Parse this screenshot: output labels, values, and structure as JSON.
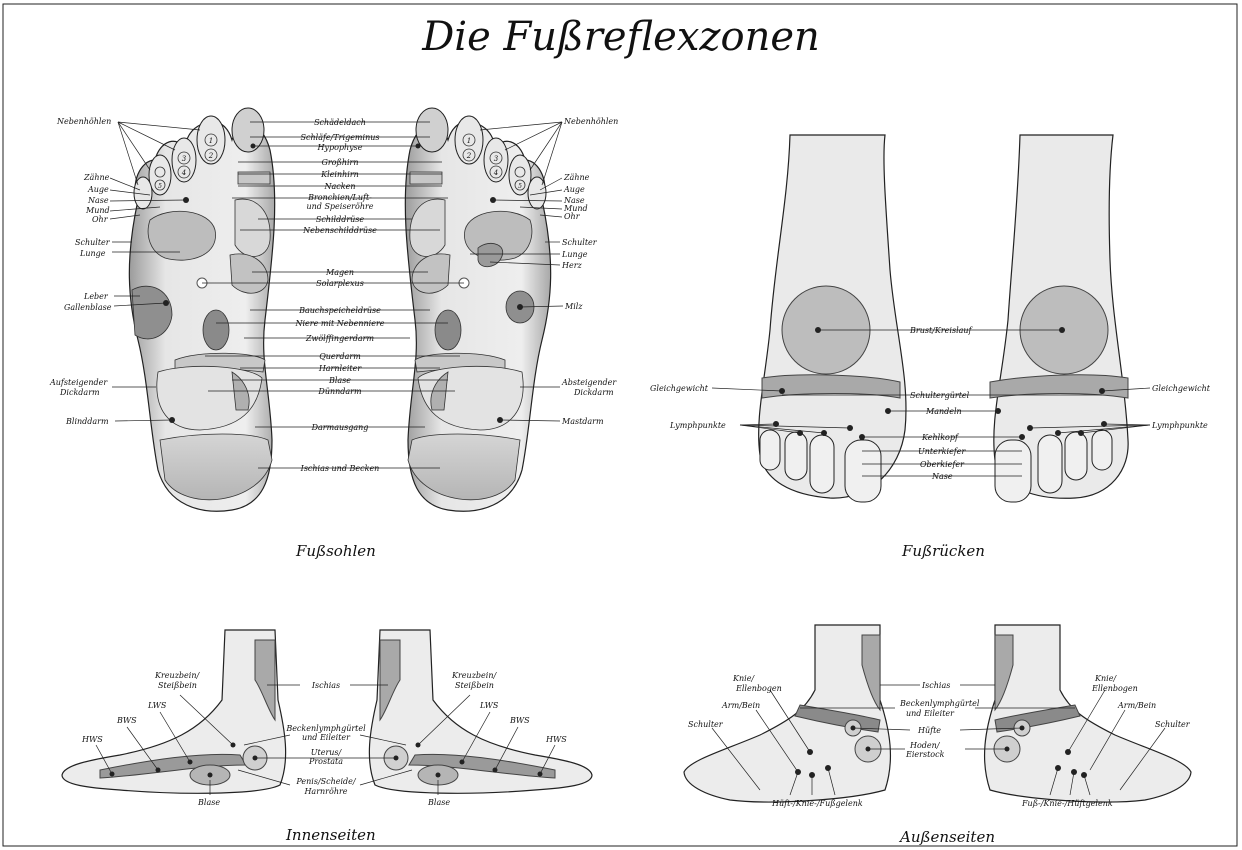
{
  "title": "Die Fußreflexzonen",
  "captions": {
    "soles": "Fußsohlen",
    "dorsum": "Fußrücken",
    "inner": "Innenseiten",
    "outer": "Außenseiten"
  },
  "toe_numbers": [
    "1",
    "2",
    "3",
    "4",
    "5"
  ],
  "soles": {
    "left_labels": [
      "Nebenhöhlen",
      "Zähne",
      "Auge",
      "Nase",
      "Mund",
      "Ohr",
      "Schulter",
      "Lunge",
      "Leber",
      "Gallenblase",
      "Aufsteigender",
      "Dickdarm",
      "Blinddarm"
    ],
    "center_labels": [
      "Schädeldach",
      "Schläfe/Trigeminus",
      "Hypophyse",
      "Großhirn",
      "Kleinhirn",
      "Nacken",
      "Bronchien/Luft-",
      "und Speiseröhre",
      "Schilddrüse",
      "Nebenschilddrüse",
      "Magen",
      "Solarplexus",
      "Bauchspeicheldrüse",
      "Niere mit Nebenniere",
      "Zwölffingerdarm",
      "Querdarm",
      "Harnleiter",
      "Blase",
      "Dünndarm",
      "Darmausgang",
      "Ischias und Becken"
    ],
    "right_labels": [
      "Nebenhöhlen",
      "Zähne",
      "Auge",
      "Nase",
      "Mund",
      "Ohr",
      "Schulter",
      "Lunge",
      "Herz",
      "Milz",
      "Absteigender",
      "Dickdarm",
      "Mastdarm"
    ]
  },
  "dorsum": {
    "labels": [
      "Brust/Kreislauf",
      "Gleichgewicht",
      "Schultergürtel",
      "Gleichgewicht",
      "Mandeln",
      "Lymphpunkte",
      "Kehlkopf",
      "Lymphpunkte",
      "Unterkiefer",
      "Oberkiefer",
      "Nase"
    ]
  },
  "inner": {
    "labels": [
      "Kreuzbein/",
      "Steißbein",
      "LWS",
      "BWS",
      "HWS",
      "Ischias",
      "Beckenlymphgürtel",
      "und Eileiter",
      "Uterus/",
      "Prostata",
      "Penis/Scheide/",
      "Harnröhre",
      "Blase",
      "Kreuzbein/",
      "Steißbein",
      "LWS",
      "BWS",
      "HWS",
      "Blase"
    ]
  },
  "outer": {
    "labels": [
      "Knie/",
      "Ellenbogen",
      "Arm/Bein",
      "Schulter",
      "Ischias",
      "Beckenlymphgürtel",
      "und Eileiter",
      "Hüfte",
      "Hoden/",
      "Eierstock",
      "Hüft-/Knie-/Fußgelenk",
      "Knie/",
      "Ellenbogen",
      "Arm/Bein",
      "Schulter",
      "Fuß-/Knie-/Hüftgelenk"
    ]
  },
  "colors": {
    "ink": "#111111",
    "zone": "#bdbdbd",
    "zone_dark": "#8a8a8a",
    "skin": "#ececec"
  }
}
